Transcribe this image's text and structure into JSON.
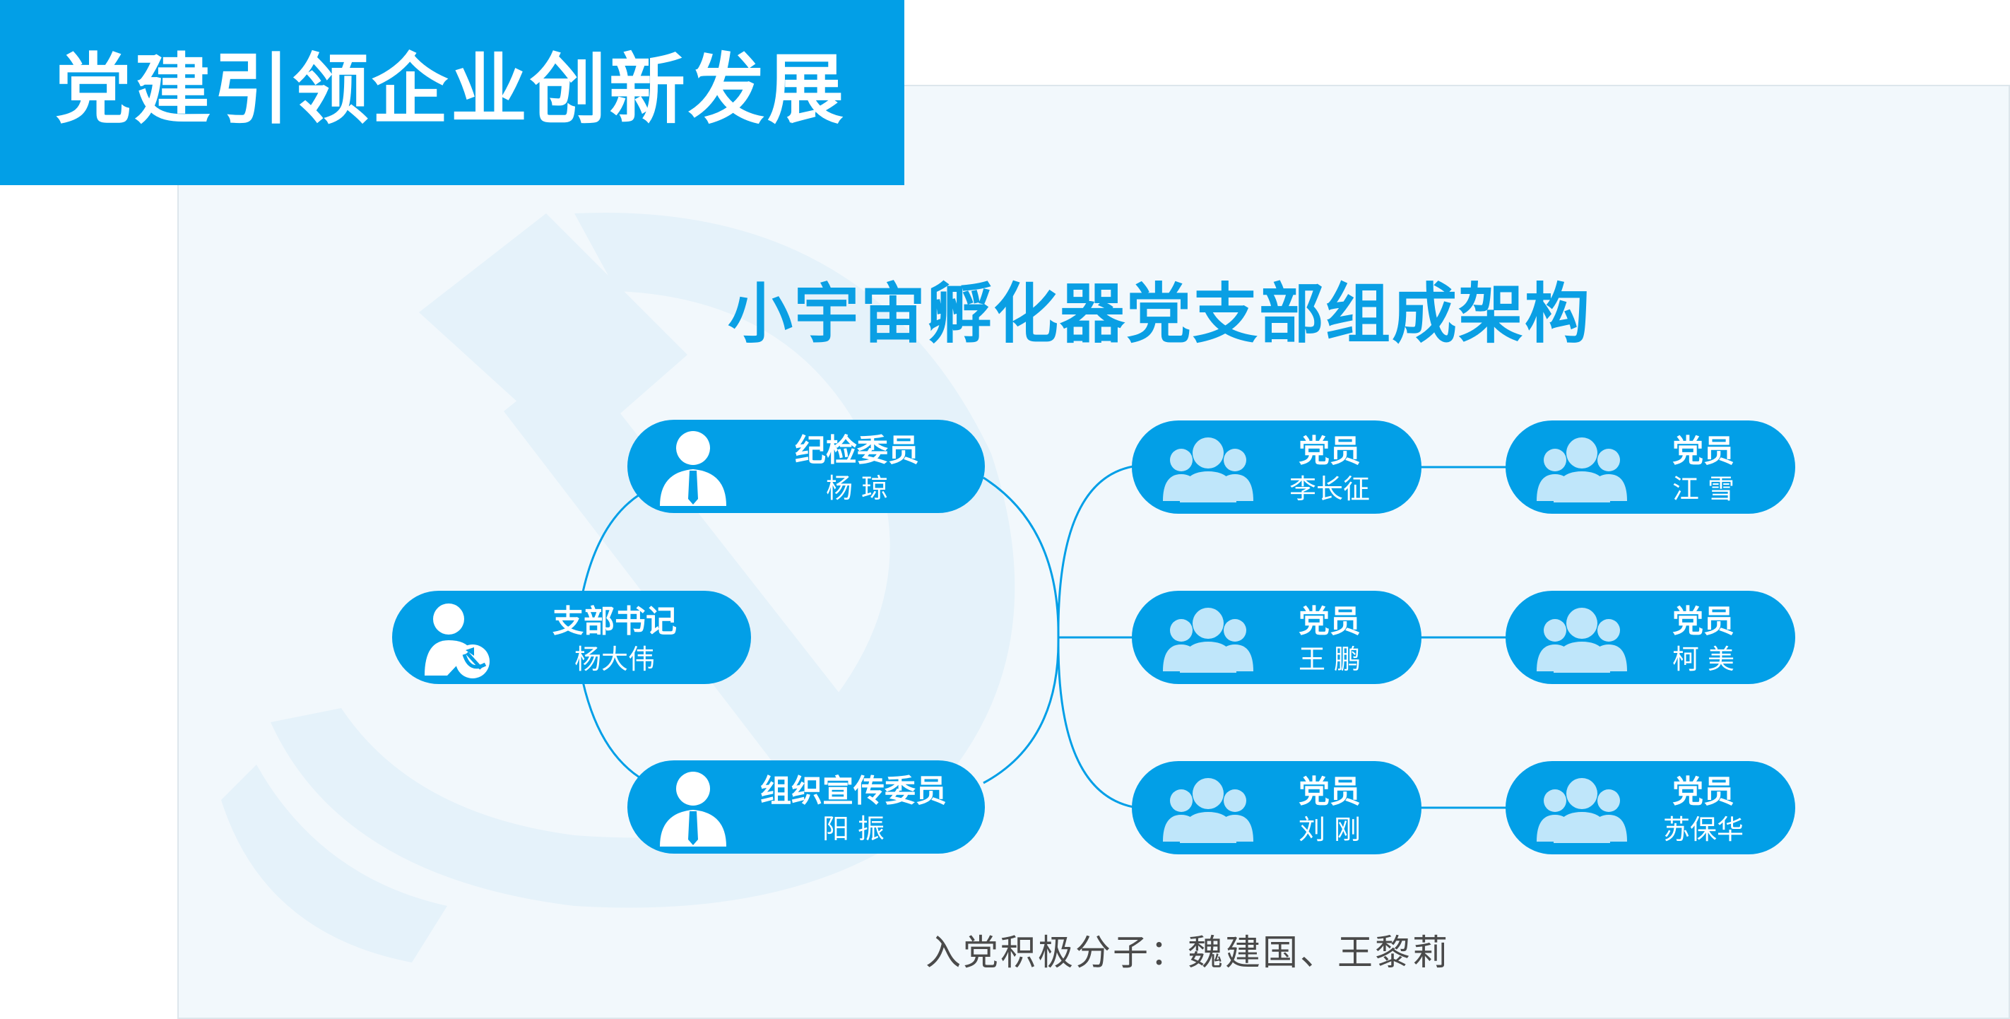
{
  "header": {
    "title": "党建引领企业创新发展"
  },
  "diagram": {
    "title": "小宇宙孵化器党支部组成架构",
    "secretary": {
      "role": "支部书记",
      "name": "杨大伟"
    },
    "committee": [
      {
        "role": "纪检委员",
        "name": "杨 琼"
      },
      {
        "role": "组织宣传委员",
        "name": "阳 振"
      }
    ],
    "members": [
      {
        "role": "党员",
        "name": "李长征"
      },
      {
        "role": "党员",
        "name": "江 雪"
      },
      {
        "role": "党员",
        "name": "王 鹏"
      },
      {
        "role": "党员",
        "name": "柯 美"
      },
      {
        "role": "党员",
        "name": "刘 刚"
      },
      {
        "role": "党员",
        "name": "苏保华"
      }
    ],
    "footer": "入党积极分子：魏建国、王黎莉"
  },
  "colors": {
    "accent": "#029fe7",
    "title": "#0a9fe4",
    "panel": "#f2f8fc",
    "watermark": "#e3f1fa",
    "member_icon": "#bfe6fa"
  }
}
